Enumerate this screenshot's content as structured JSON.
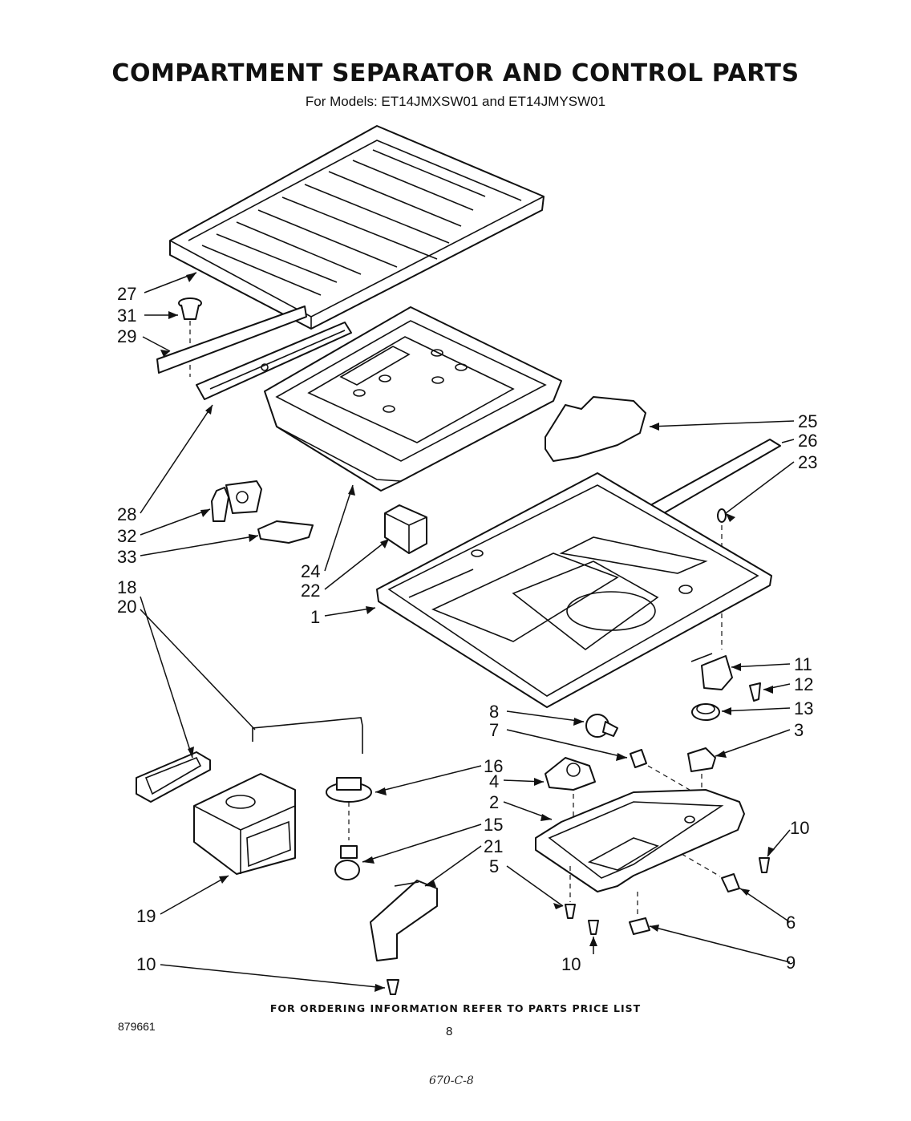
{
  "header": {
    "title": "COMPARTMENT SEPARATOR AND CONTROL PARTS",
    "subtitle": "For Models: ET14JMXSW01 and ET14JMYSW01"
  },
  "callouts": {
    "c27": "27",
    "c31": "31",
    "c29": "29",
    "c28": "28",
    "c32": "32",
    "c33": "33",
    "c24": "24",
    "c22": "22",
    "c25": "25",
    "c26": "26",
    "c23": "23",
    "c1": "1",
    "c18": "18",
    "c20": "20",
    "c11": "11",
    "c12": "12",
    "c13": "13",
    "c8": "8",
    "c7": "7",
    "c3": "3",
    "c16": "16",
    "c4": "4",
    "c2": "2",
    "c15": "15",
    "c21": "21",
    "c5": "5",
    "c10a": "10",
    "c10b": "10",
    "c10c": "10",
    "c6": "6",
    "c9": "9",
    "c19": "19"
  },
  "footer": {
    "ordering_note": "FOR ORDERING INFORMATION REFER TO PARTS PRICE LIST",
    "doc_number": "879661",
    "page_number": "8",
    "handwritten_note": "670-C-8"
  }
}
